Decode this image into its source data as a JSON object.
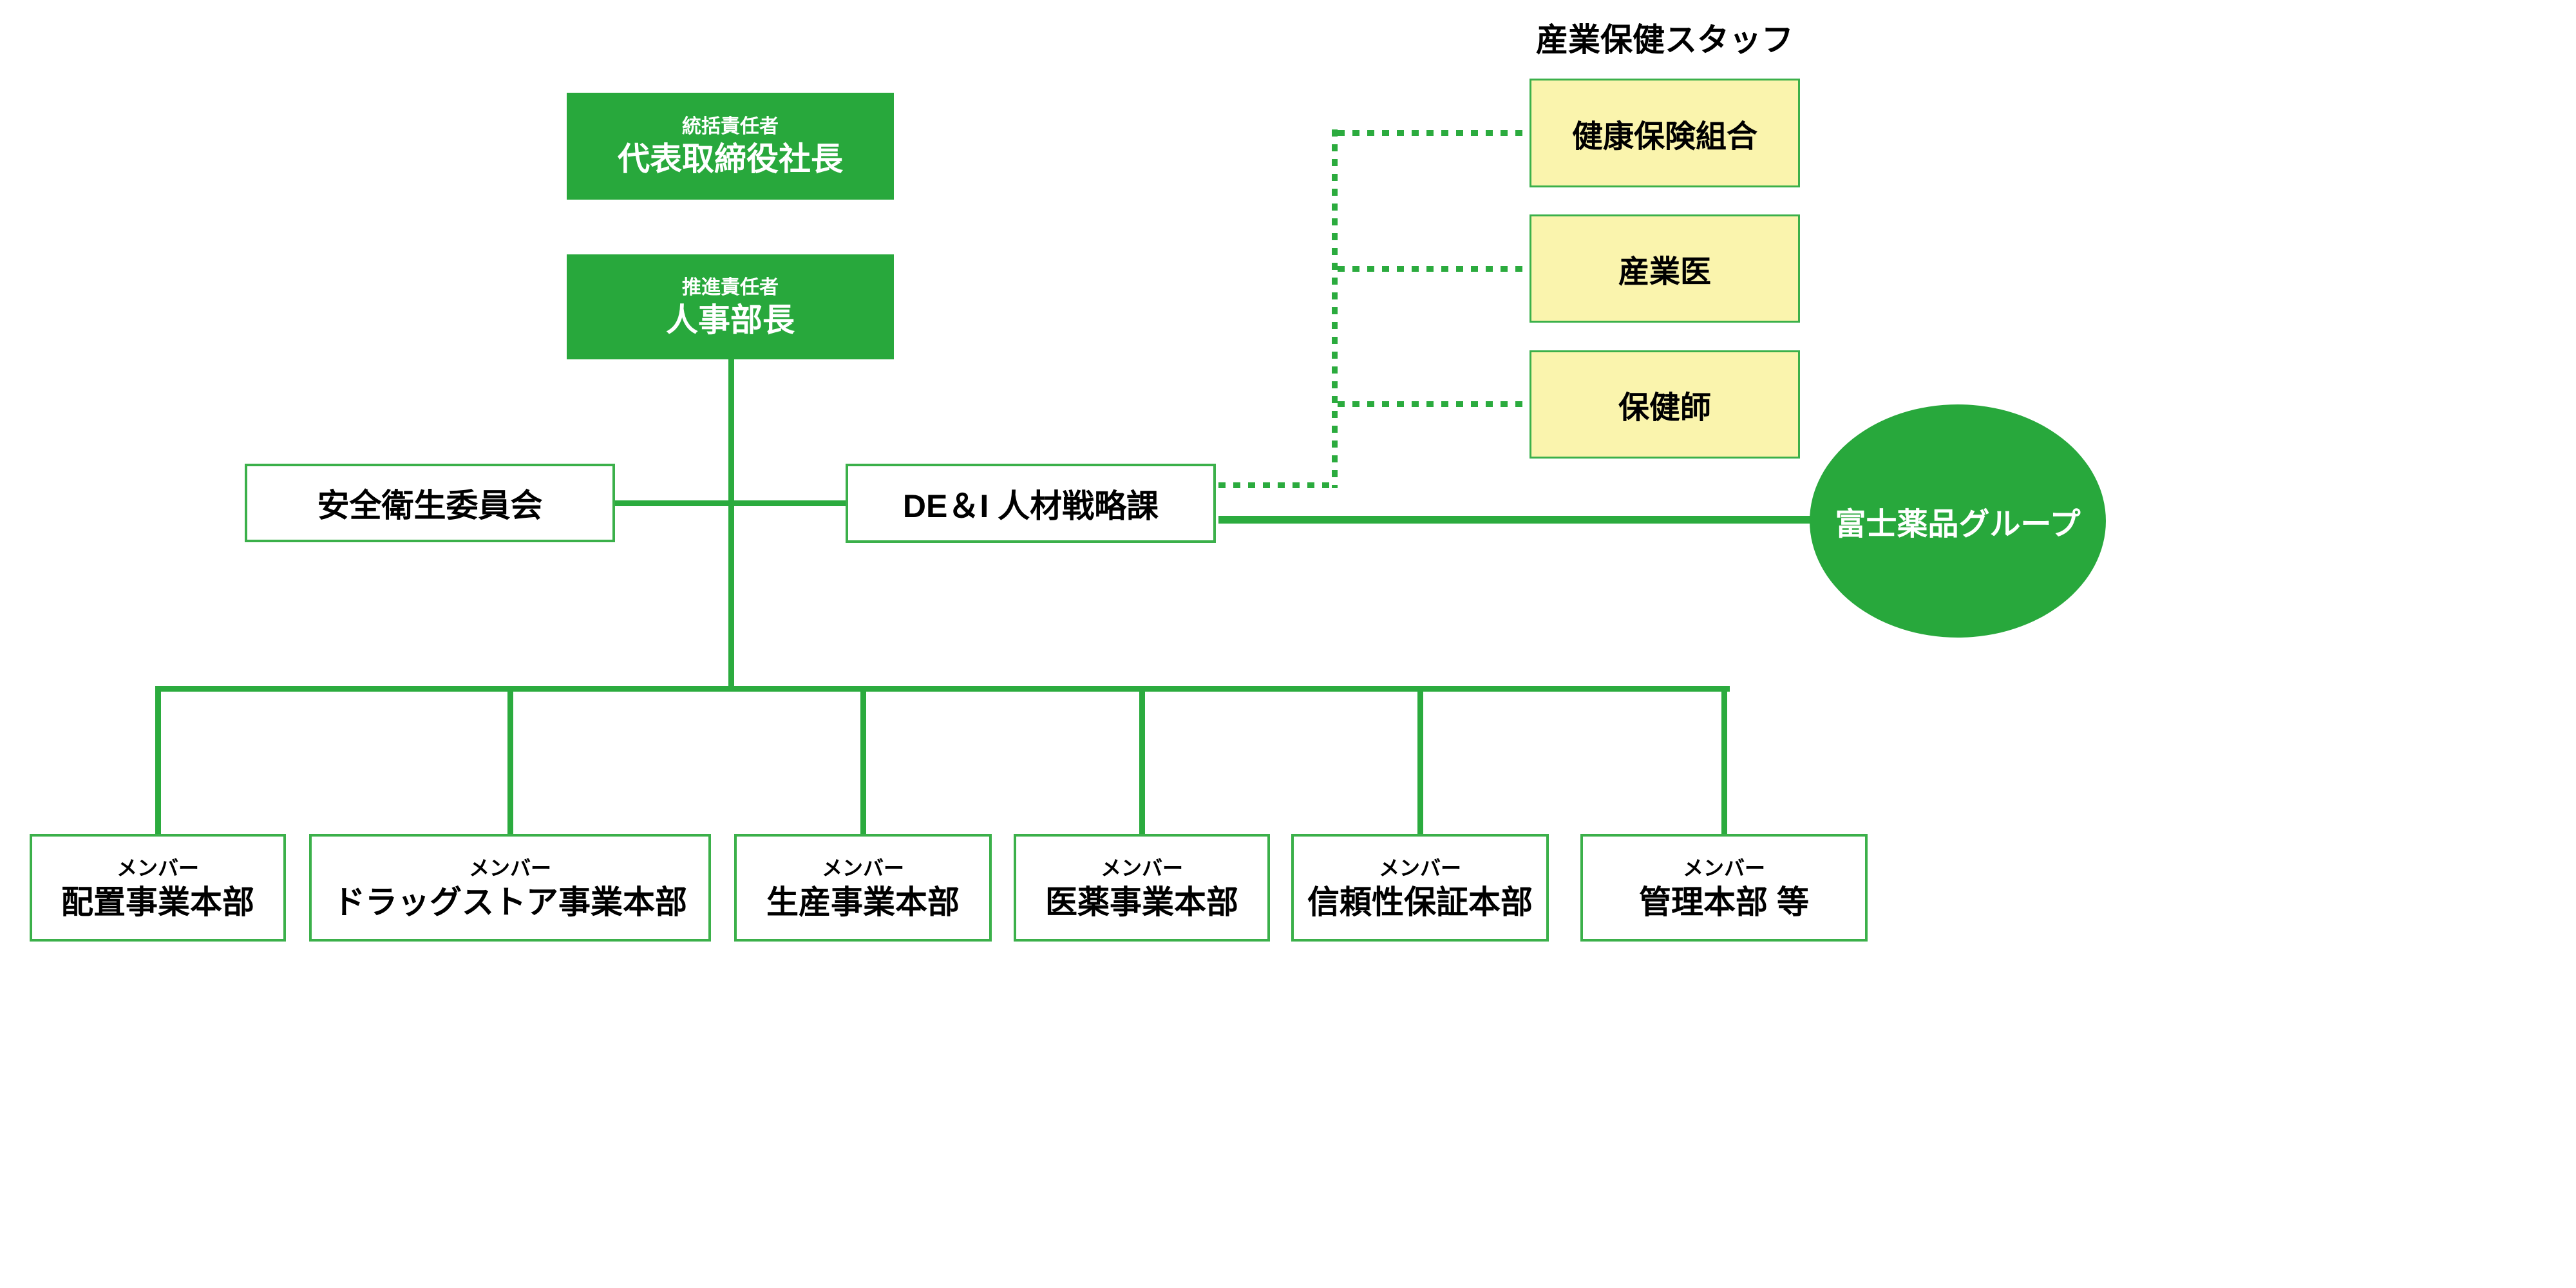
{
  "colors": {
    "green_fill": "#28a83c",
    "line_green": "#2bab3e",
    "box_border_green": "#3bb04a",
    "yellow_fill": "#faf4ad",
    "text_dark": "#000000",
    "text_light": "#ffffff",
    "background": "#ffffff"
  },
  "chart": {
    "leadership": {
      "top": {
        "role": "統括責任者",
        "title": "代表取締役社長"
      },
      "promoter": {
        "role": "推進責任者",
        "title": "人事部長"
      }
    },
    "committee": {
      "label": "安全衛生委員会"
    },
    "dei": {
      "label": "DE＆I 人材戦略課"
    },
    "health_staff": {
      "heading": "産業保健スタッフ",
      "items": [
        {
          "label": "健康保険組合"
        },
        {
          "label": "産業医"
        },
        {
          "label": "保健師"
        }
      ]
    },
    "group": {
      "label": "富士薬品グループ"
    },
    "members": [
      {
        "role": "メンバー",
        "name": "配置事業本部"
      },
      {
        "role": "メンバー",
        "name": "ドラッグストア事業本部"
      },
      {
        "role": "メンバー",
        "name": "生産事業本部"
      },
      {
        "role": "メンバー",
        "name": "医薬事業本部"
      },
      {
        "role": "メンバー",
        "name": "信頼性保証本部"
      },
      {
        "role": "メンバー",
        "name": "管理本部 等"
      }
    ]
  }
}
